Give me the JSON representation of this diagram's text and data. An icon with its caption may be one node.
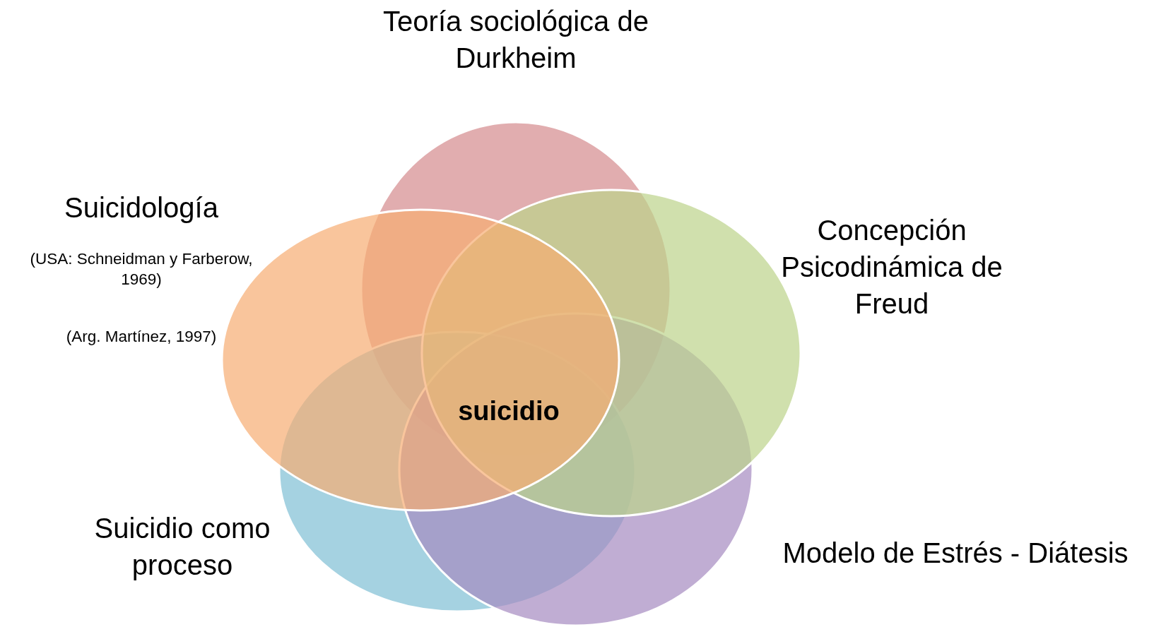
{
  "diagram": {
    "nodes": [
      {
        "text": [
          "Teoría sociológica de Durkheim"
        ]
      },
      {
        "text": [
          "Suicidología",
          "(USA: Schneidman y Farberow, 1969)",
          "(Arg. Martínez, 1997)"
        ]
      },
      {
        "text": [
          "Concepción Psicodinámica de Freud"
        ]
      },
      {
        "text": [
          "Suicidio como proceso"
        ]
      },
      {
        "text": [
          "Modelo de Estrés - Diátesis"
        ]
      }
    ],
    "edges": [],
    "labels": [
      "suicidio"
    ]
  }
}
